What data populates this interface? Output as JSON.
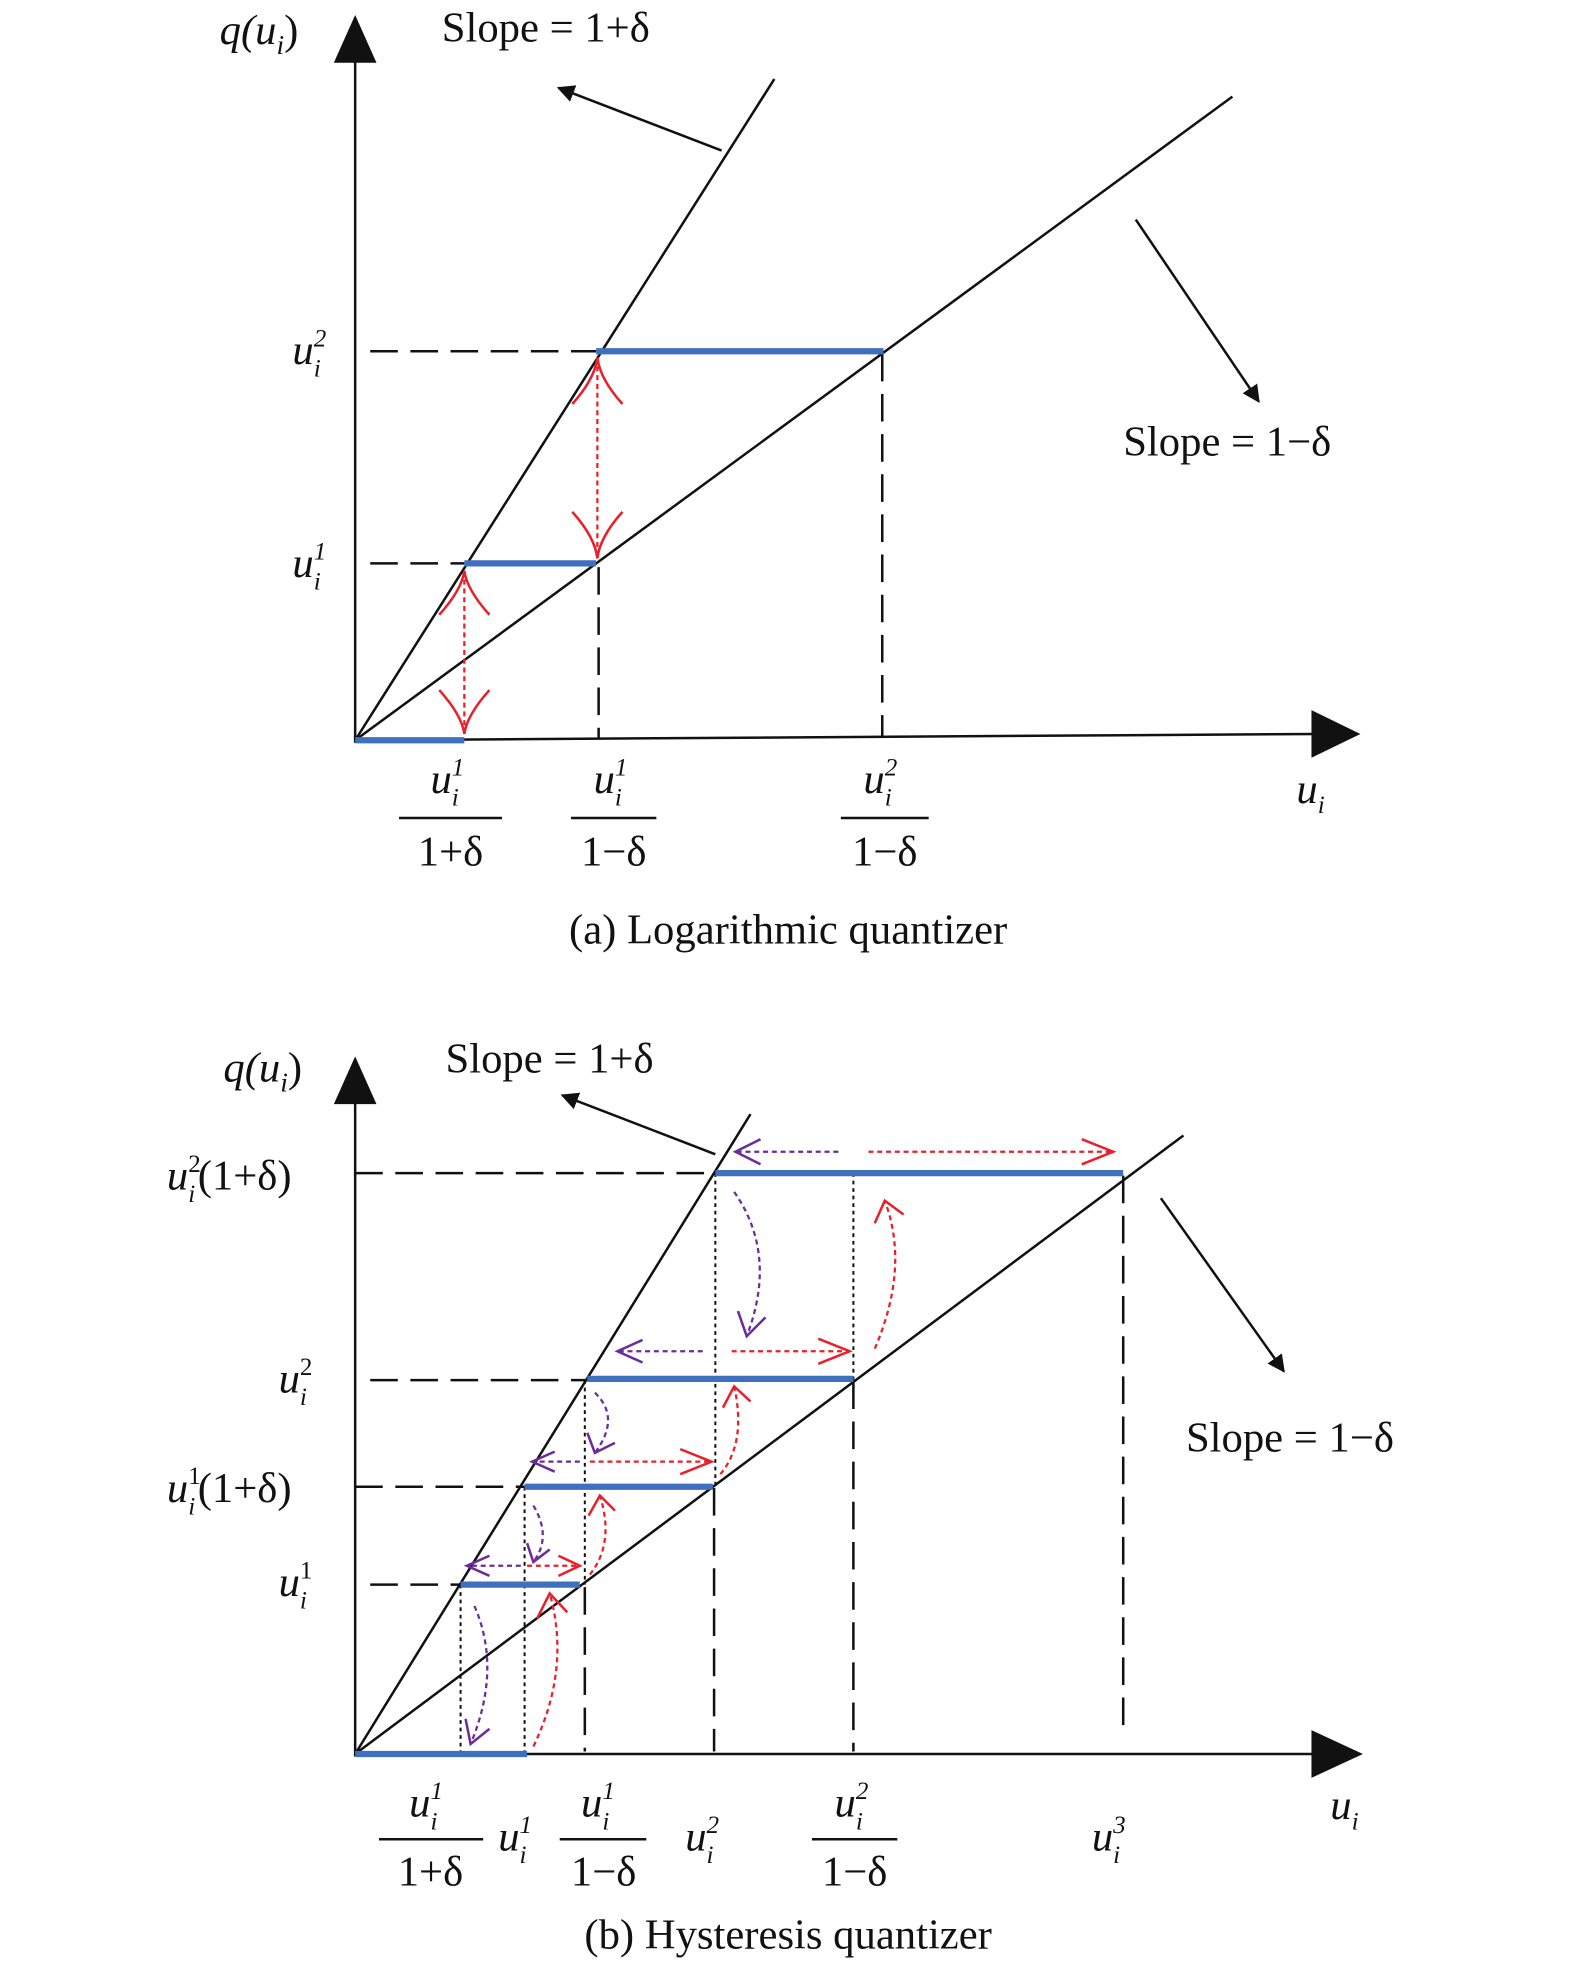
{
  "panel_a": {
    "caption": "(a) Logarithmic quantizer",
    "y_axis_label": {
      "base": "q(u",
      "sub": "i",
      "end": ")"
    },
    "x_axis_label": {
      "base": "u",
      "sub": "i"
    },
    "slope_upper": "Slope = 1+δ",
    "slope_lower": "Slope = 1−δ",
    "y_ticks": [
      {
        "base": "u",
        "sub": "i",
        "sup": "2"
      },
      {
        "base": "u",
        "sub": "i",
        "sup": "1"
      }
    ],
    "x_ticks": [
      {
        "num_base": "u",
        "num_sub": "i",
        "num_sup": "1",
        "den": "1+δ"
      },
      {
        "num_base": "u",
        "num_sub": "i",
        "num_sup": "1",
        "den": "1−δ"
      },
      {
        "num_base": "u",
        "num_sub": "i",
        "num_sup": "2",
        "den": "1−δ"
      }
    ]
  },
  "panel_b": {
    "caption": "(b) Hysteresis quantizer",
    "y_axis_label": {
      "base": "q(u",
      "sub": "i",
      "end": ")"
    },
    "x_axis_label": {
      "base": "u",
      "sub": "i"
    },
    "slope_upper": "Slope = 1+δ",
    "slope_lower": "Slope = 1−δ",
    "y_ticks": [
      {
        "base": "u",
        "sub": "i",
        "sup": "2",
        "suffix": "(1+δ)"
      },
      {
        "base": "u",
        "sub": "i",
        "sup": "2",
        "suffix": ""
      },
      {
        "base": "u",
        "sub": "i",
        "sup": "1",
        "suffix": "(1+δ)"
      },
      {
        "base": "u",
        "sub": "i",
        "sup": "1",
        "suffix": ""
      }
    ],
    "x_frac_ticks": [
      {
        "num_base": "u",
        "num_sub": "i",
        "num_sup": "1",
        "den": "1+δ"
      },
      {
        "num_base": "u",
        "num_sub": "i",
        "num_sup": "1",
        "den": "1−δ"
      },
      {
        "num_base": "u",
        "num_sub": "i",
        "num_sup": "2",
        "den": "1−δ"
      }
    ],
    "x_plain_ticks": [
      {
        "base": "u",
        "sub": "i",
        "sup": "1"
      },
      {
        "base": "u",
        "sub": "i",
        "sup": "2"
      },
      {
        "base": "u",
        "sub": "i",
        "sup": "3"
      }
    ]
  },
  "colors": {
    "quantized_level": "#3f6fbf",
    "increasing": "#e8202a",
    "decreasing": "#6a2d9a"
  }
}
